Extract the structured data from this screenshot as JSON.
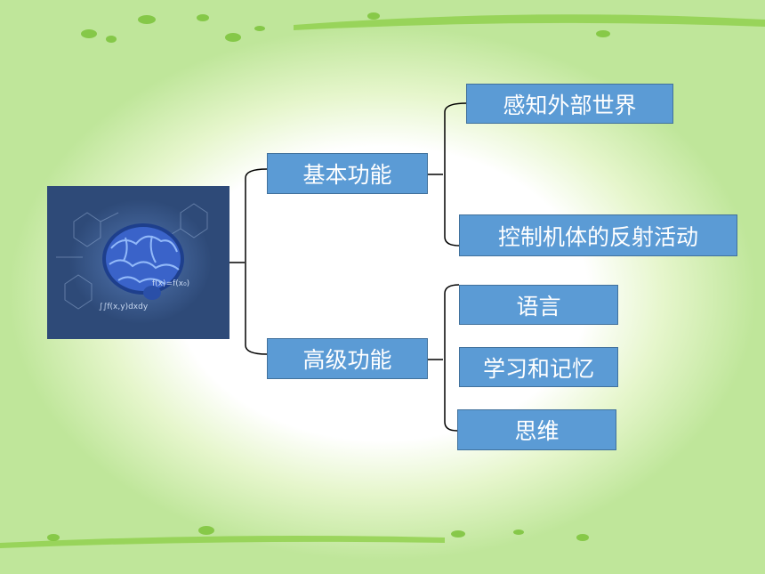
{
  "root": {
    "image_alt": "brain-illustration",
    "formula_1": "∫∫f(x,y)dxdy",
    "formula_2": "f(x)=f(x₀)"
  },
  "branches": [
    {
      "label": "基本功能",
      "children": [
        "感知外部世界",
        "控制机体的反射活动"
      ]
    },
    {
      "label": "高级功能",
      "children": [
        "语言",
        "学习和记忆",
        "思维"
      ]
    }
  ],
  "colors": {
    "box_fill": "#5b9bd5",
    "box_border": "#41719c",
    "box_text": "#ffffff",
    "connector": "#000000",
    "background_green": "#b7e08c"
  }
}
